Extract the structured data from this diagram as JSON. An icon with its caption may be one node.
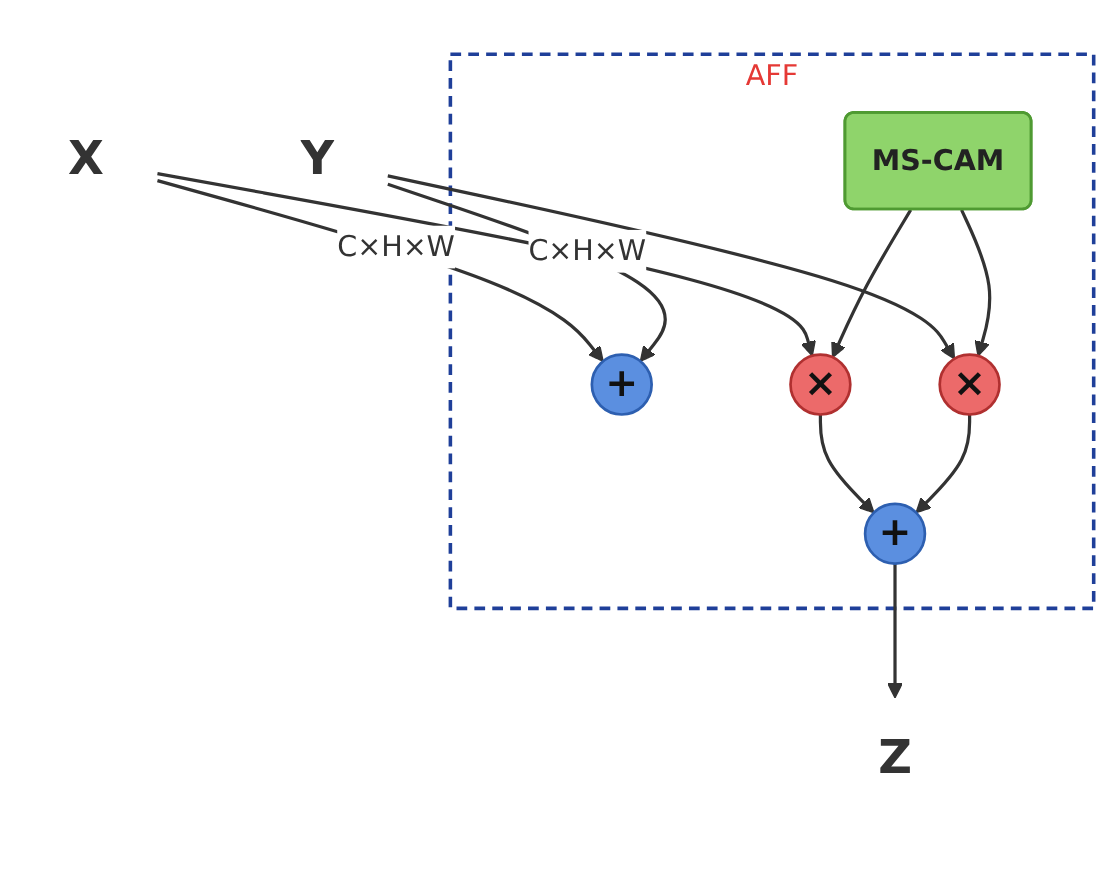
{
  "diagram": {
    "nodes": [
      {
        "text": [
          "AFF"
        ]
      },
      {
        "text": [
          "X"
        ]
      },
      {
        "text": [
          "Y"
        ]
      },
      {
        "text": [
          "+"
        ],
        "in": 0
      },
      {
        "text": [
          "×"
        ],
        "in": 0
      },
      {
        "text": [
          "MS-CAM"
        ],
        "in": 0
      },
      {
        "text": [
          "×"
        ],
        "in": 0
      },
      {
        "text": [
          "+"
        ],
        "in": 0
      },
      {
        "text": [
          "Z"
        ]
      }
    ],
    "edges": [
      {
        "from": 1,
        "to": 3,
        "arrow": "to",
        "label": "C×H×W"
      },
      {
        "from": 2,
        "to": 3,
        "arrow": "to",
        "label": "C×H×W"
      },
      {
        "from": 1,
        "to": 4,
        "arrow": "to"
      },
      {
        "from": 2,
        "to": 6,
        "arrow": "to"
      },
      {
        "from": 5,
        "to": 4,
        "arrow": "to"
      },
      {
        "from": 5,
        "to": 6,
        "arrow": "to"
      },
      {
        "from": 4,
        "to": 7,
        "arrow": "to"
      },
      {
        "from": 6,
        "to": 7,
        "arrow": "to"
      },
      {
        "from": 7,
        "to": 8,
        "arrow": "to"
      }
    ]
  }
}
